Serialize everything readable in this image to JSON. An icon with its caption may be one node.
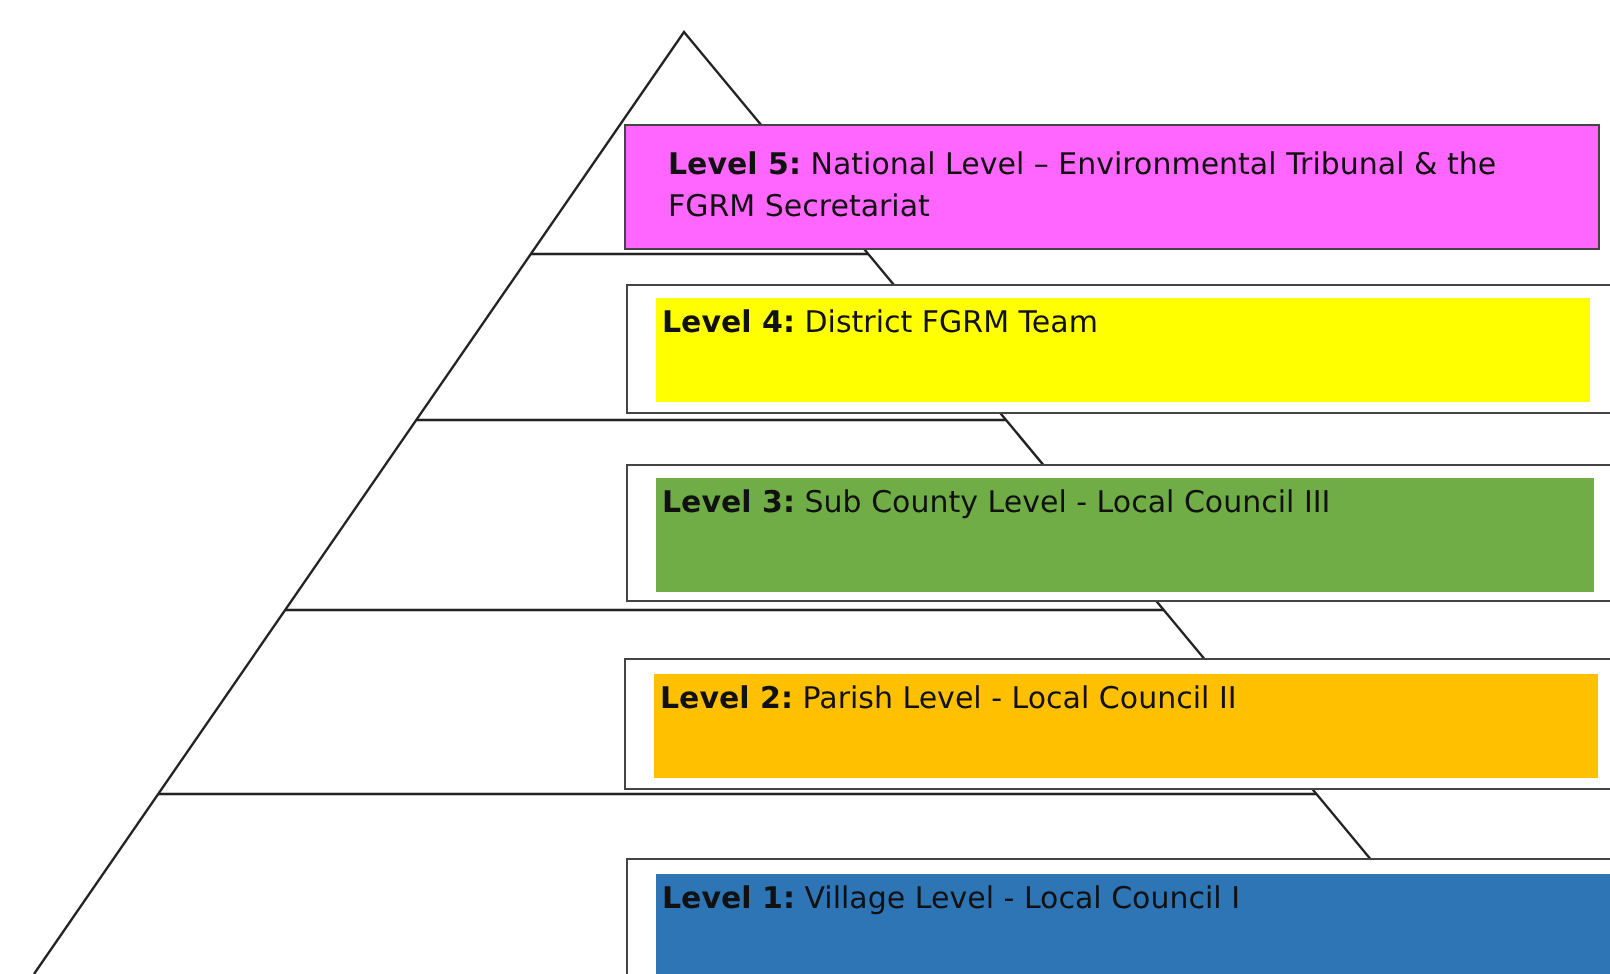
{
  "diagram": {
    "nodes": [
      {
        "text": [
          "**Level 5:** National Level – Environmental Tribunal & the FGRM Secretariat"
        ]
      },
      {
        "text": [
          "**Level 4:** District FGRM Team"
        ]
      },
      {
        "text": [
          "**Level 3:** Sub County Level - Local Council III"
        ]
      },
      {
        "text": [
          "**Level 2:** Parish Level - Local Council II"
        ]
      },
      {
        "text": [
          "**Level 1:** Village Level - Local Council I"
        ]
      }
    ]
  }
}
